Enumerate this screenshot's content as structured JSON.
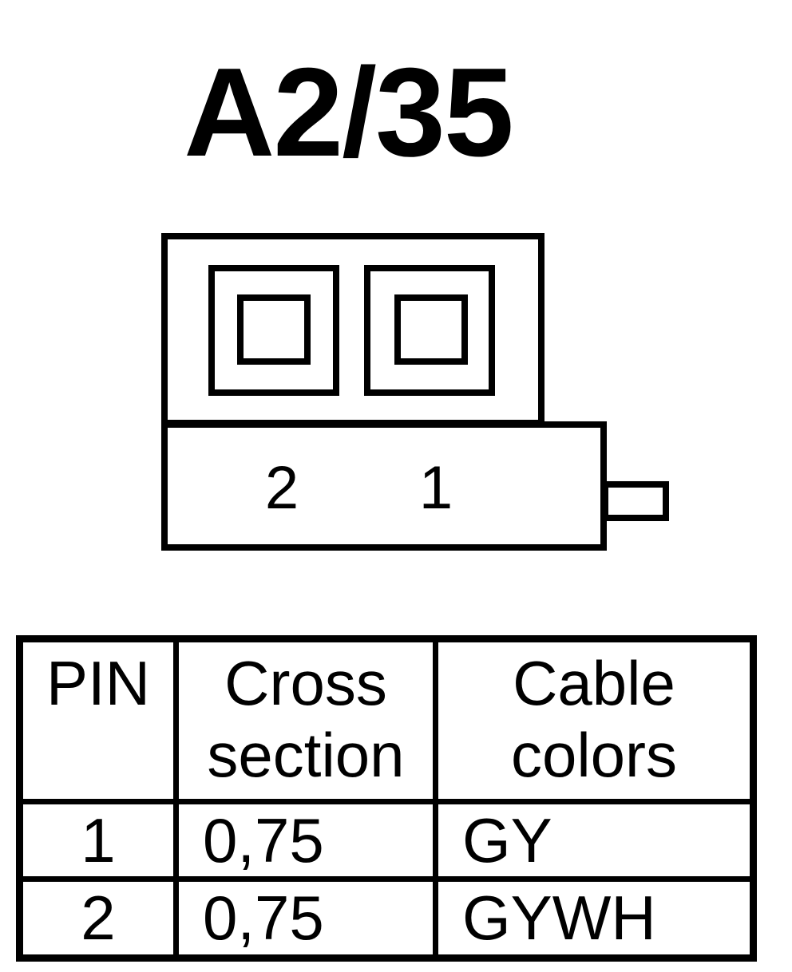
{
  "title": "A2/35",
  "connector": {
    "pin_labels": [
      "2",
      "1"
    ]
  },
  "table": {
    "headers": {
      "pin": "PIN",
      "cross_section_line1": "Cross",
      "cross_section_line2": "section",
      "cable_colors_line1": "Cable",
      "cable_colors_line2": "colors"
    },
    "rows": [
      {
        "pin": "1",
        "cross_section": "0,75",
        "color": "GY"
      },
      {
        "pin": "2",
        "cross_section": "0,75",
        "color": "GYWH"
      }
    ]
  }
}
